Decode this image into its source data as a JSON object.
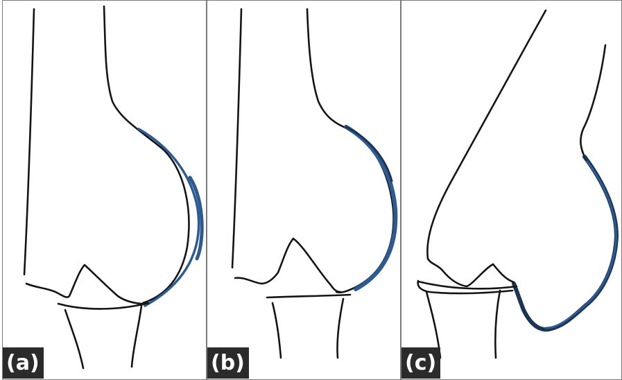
{
  "panels": [
    {
      "label": "(a)",
      "highlight_color": "#2c5a92"
    },
    {
      "label": "(b)",
      "highlight_color": "#2c5a92"
    },
    {
      "label": "(c)",
      "highlight_color": "#2c5a92"
    }
  ]
}
